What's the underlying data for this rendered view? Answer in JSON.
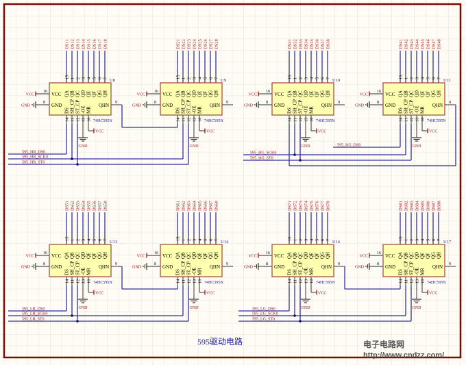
{
  "title": "595驱动电路",
  "watermark": {
    "line1": "电子电路网",
    "line2": "http://www.cndzz.com/"
  },
  "colors": {
    "wire": "#3030a0",
    "net_label": "#a01010",
    "body_fill": "#ffffb0",
    "body_stroke": "#a05050",
    "designator": "#1a1aa0",
    "frame": "#7a0a0a",
    "background": "#fffcf6"
  },
  "pins": {
    "top_names": [
      "QA",
      "QB",
      "QC",
      "QD",
      "QE",
      "QF",
      "QG",
      "QH"
    ],
    "top_numbers": [
      "15",
      "1",
      "2",
      "3",
      "4",
      "5",
      "6",
      "7"
    ],
    "bottom_names": [
      "DS",
      "SH_CP",
      "ST_CP",
      "-OE",
      "MR"
    ],
    "bottom_numbers": [
      "14",
      "11",
      "12",
      "13",
      "10"
    ],
    "vcc_name": "VCC",
    "vcc_number": "16",
    "gnd_name": "GND",
    "gnd_number": "8",
    "qhn_name": "QHN",
    "qhn_number": "9"
  },
  "power_labels": {
    "vcc": "VCC",
    "gnd": "GND"
  },
  "chips": [
    {
      "designator": "U8",
      "part": "74HC595N",
      "nets": [
        "DS11",
        "DS12",
        "DS13",
        "DS14",
        "DS15",
        "DS16",
        "DS17",
        "DS18"
      ]
    },
    {
      "designator": "U9",
      "part": "74HC595N",
      "nets": [
        "DS21",
        "DS22",
        "DS23",
        "DS24",
        "DS25",
        "DS26",
        "DS27",
        "DS28"
      ]
    },
    {
      "designator": "U10",
      "part": "74HC595N",
      "nets": [
        "DS31",
        "DS32",
        "DS33",
        "DS34",
        "DS35",
        "DS36",
        "DS37",
        "DS38"
      ]
    },
    {
      "designator": "U11",
      "part": "74HC595N",
      "nets": [
        "DS41",
        "DS42",
        "DS43",
        "DS44",
        "DS45",
        "DS46",
        "DS47",
        "DS48"
      ]
    },
    {
      "designator": "U13",
      "part": "74HC595N",
      "nets": [
        "DS51",
        "DS52",
        "DS53",
        "DS54",
        "DS55",
        "DS56",
        "DS57",
        "DS58"
      ]
    },
    {
      "designator": "U14",
      "part": "74HC595N",
      "nets": [
        "DS61",
        "DS62",
        "DS63",
        "DS64",
        "DS65",
        "DS66",
        "DS67",
        "DS68"
      ]
    },
    {
      "designator": "U16",
      "part": "74HC595N",
      "nets": [
        "DS71",
        "DS72",
        "DS73",
        "DS74",
        "DS75",
        "DS76",
        "DS77",
        "DS78"
      ]
    },
    {
      "designator": "U17",
      "part": "74HC595N",
      "nets": [
        "DS81",
        "DS82",
        "DS83",
        "DS84",
        "DS85",
        "DS86",
        "DS87",
        "DS88"
      ]
    }
  ],
  "buses": {
    "hr": {
      "ds": "595_HR_DS0",
      "sck": "595_HR_SCK0",
      "st": "595_HR_ST0"
    },
    "hg": {
      "ds": "595_HG_DS0",
      "sck": "595_HG_SCK0",
      "st": "595_HG_ST0"
    },
    "lr": {
      "ds": "595_LR_DS0",
      "sck": "595_LR_SCK0",
      "st": "595_LR_ST0"
    },
    "lg": {
      "ds": "595_LG_DS0",
      "sck": "595_LG_SCK0",
      "st": "595_LG_ST0"
    }
  }
}
